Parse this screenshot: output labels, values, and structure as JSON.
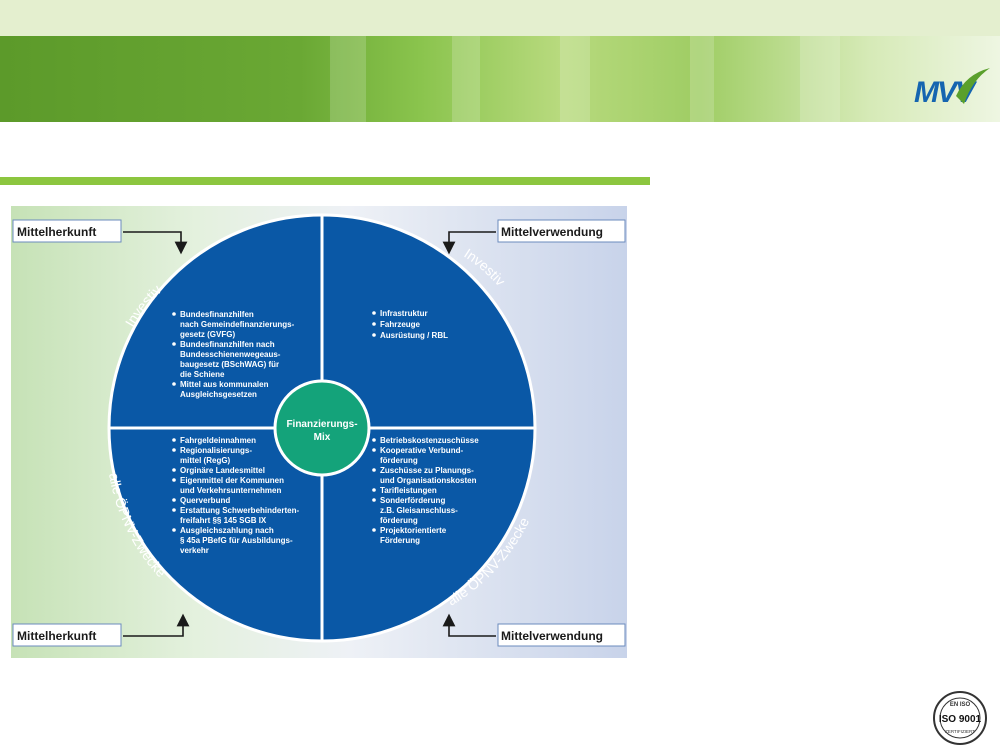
{
  "header": {
    "logo_text": "MVV"
  },
  "diagram": {
    "center_label_line1": "Finanzierungs-",
    "center_label_line2": "Mix",
    "box_top_left": "Mittelherkunft",
    "box_top_right": "Mittelverwendung",
    "box_bottom_left": "Mittelherkunft",
    "box_bottom_right": "Mittelverwendung",
    "arc_top_left": "Investiv",
    "arc_top_right": "Investiv",
    "arc_bottom_left": "alle ÖPNV-Zwecke",
    "arc_bottom_right": "alle ÖPNV-Zwecke",
    "q1_items": [
      [
        "Bundesfinanzhilfen",
        "nach Gemeindefinanzierungs-",
        "gesetz (GVFG)"
      ],
      [
        "Bundesfinanzhilfen nach",
        "Bundesschienenwegeaus-",
        "baugesetz (BSchWAG) für",
        "die Schiene"
      ],
      [
        "Mittel aus kommunalen",
        "Ausgleichsgesetzen"
      ]
    ],
    "q2_items": [
      [
        "Infrastruktur"
      ],
      [
        "Fahrzeuge"
      ],
      [
        "Ausrüstung / RBL"
      ]
    ],
    "q3_items": [
      [
        "Fahrgeldeinnahmen"
      ],
      [
        "Regionalisierungs-",
        "mittel (RegG)"
      ],
      [
        "Orginäre Landesmittel"
      ],
      [
        "Eigenmittel der Kommunen",
        "und Verkehrsunternehmen"
      ],
      [
        "Querverbund"
      ],
      [
        "Erstattung Schwerbehinderten-",
        "freifahrt §§ 145 SGB IX"
      ],
      [
        "Ausgleichszahlung nach",
        "§ 45a PBefG für Ausbildungs-",
        "verkehr"
      ]
    ],
    "q4_items": [
      [
        "Betriebskostenzuschüsse"
      ],
      [
        "Kooperative Verbund-",
        "förderung"
      ],
      [
        "Zuschüsse zu Planungs-",
        "und Organisationskosten"
      ],
      [
        "Tarifleistungen"
      ],
      [
        "Sonderförderung",
        "z.B. Gleisanschluss-",
        "förderung"
      ],
      [
        "Projektorientierte",
        "Förderung"
      ]
    ]
  },
  "iso_badge": {
    "top_text": "EN ISO",
    "main_text": "ISO 9001",
    "bottom_text": "ZERTIFIZIERT"
  },
  "colors": {
    "circle_blue": "#0a58a6",
    "center_green": "#14a37a",
    "accent_green": "#8cc63f",
    "logo_blue": "#1565b0",
    "logo_green": "#5aa02c"
  }
}
